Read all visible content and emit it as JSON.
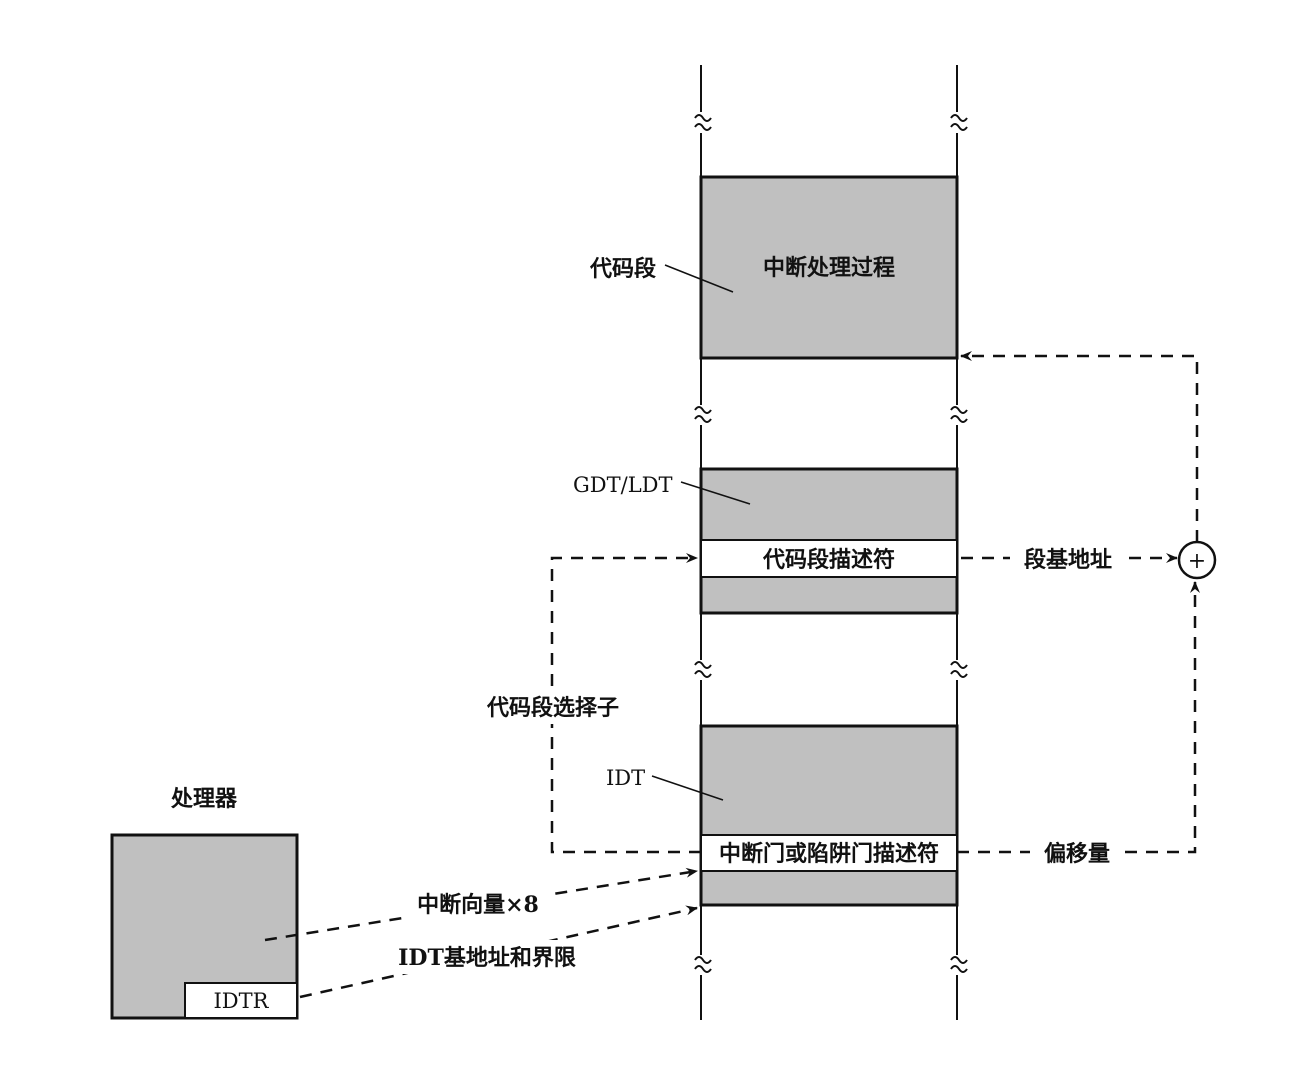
{
  "colors": {
    "block_fill": "#c0c0c0",
    "line": "#111111",
    "background": "#ffffff"
  },
  "diagram": {
    "processor": {
      "title": "处理器",
      "register": "IDTR"
    },
    "code_segment": {
      "label": "代码段",
      "content": "中断处理过程"
    },
    "gdt_ldt": {
      "label": "GDT/LDT",
      "descriptor": "代码段描述符"
    },
    "idt": {
      "label": "IDT",
      "descriptor": "中断门或陷阱门描述符"
    },
    "edges": {
      "segment_base": "段基地址",
      "code_selector": "代码段选择子",
      "offset": "偏移量",
      "vector": "中断向量×8",
      "idt_base_limit": "IDT基地址和界限"
    },
    "adder_symbol": "+"
  }
}
